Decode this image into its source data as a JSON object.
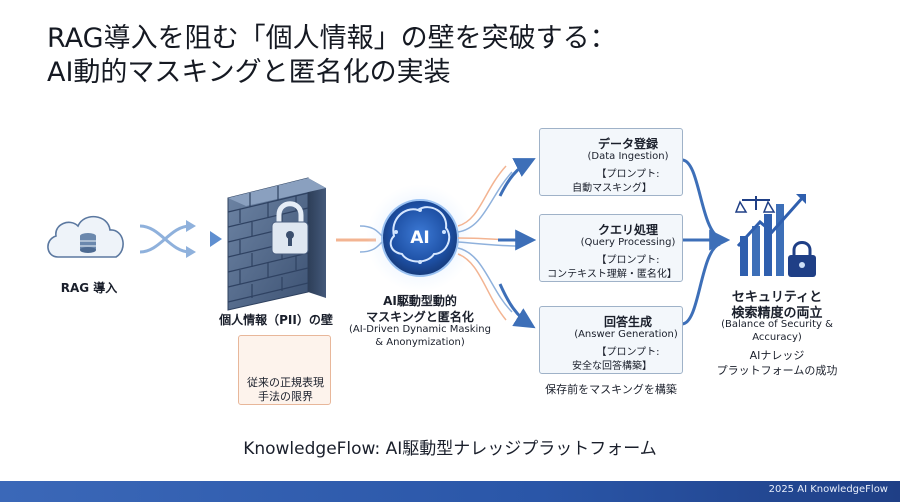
{
  "title": {
    "line1": "RAG導入を阻む「個人情報」の壁を突破する：",
    "line2": "AI動的マスキングと匿名化の実装"
  },
  "rag": {
    "label": "RAG 導入"
  },
  "wall": {
    "label": "個人情報（PII）の壁"
  },
  "legacy": {
    "line1": "従来の正規表現",
    "line2": "手法の限界"
  },
  "ai_core": {
    "icon_text": "AI",
    "line1": "AI駆動型動的",
    "line2": "マスキングと匿名化",
    "line3": "(AI-Driven Dynamic Masking",
    "line4": "& Anonymization)"
  },
  "steps": [
    {
      "title": "データ登録",
      "en": "(Data Ingestion)",
      "p1": "【プロンプト:",
      "p2": "自動マスキング】"
    },
    {
      "title": "クエリ処理",
      "en": "(Query Processing)",
      "p1": "【プロンプト:",
      "p2": "コンテキスト理解・匿名化】"
    },
    {
      "title": "回答生成",
      "en": "(Answer Generation)",
      "p1": "【プロンプト:",
      "p2": "安全な回答構築】"
    }
  ],
  "steps_caption": "保存前をマスキングを構築",
  "result": {
    "line1": "セキュリティと",
    "line2": "検索精度の両立",
    "line3": "(Balance of Security &",
    "line4": "Accuracy)",
    "line5": "AIナレッジ",
    "line6": "プラットフォームの成功"
  },
  "subtitle": "KnowledgeFlow: AI駆動型ナレッジプラットフォーム",
  "footer": "2025 AI KnowledgeFlow",
  "colors": {
    "accent": "#2f5fae",
    "light": "#8fb1dc",
    "warning": "#d9572b"
  }
}
